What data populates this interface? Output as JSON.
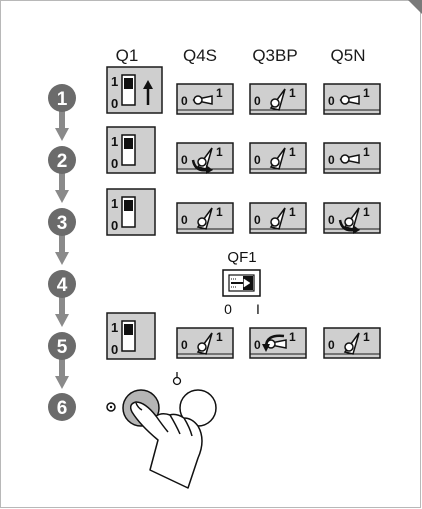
{
  "headers": [
    "Q1",
    "Q4S",
    "Q3BP",
    "Q5N"
  ],
  "steps": [
    "1",
    "2",
    "3",
    "4",
    "5",
    "6"
  ],
  "switch_labels": {
    "on": "1",
    "off": "0"
  },
  "breaker": {
    "name": "QF1",
    "label_off": "0",
    "label_on": "I"
  },
  "colors": {
    "badge": "#6b6b6b",
    "panel": "#cfcfcf",
    "arrow": "#8a8a8a"
  },
  "rows": [
    {
      "step": "1",
      "q1": "toggle-up-arrow",
      "q4s": "horizontal-off",
      "q3bp": "diagonal-on",
      "q5n": "horizontal-off"
    },
    {
      "step": "2",
      "q1": "toggle",
      "q4s": "rotate-to-on",
      "q3bp": "diagonal-on",
      "q5n": "horizontal-off"
    },
    {
      "step": "3",
      "q1": "toggle",
      "q4s": "diagonal-on",
      "q3bp": "diagonal-on",
      "q5n": "rotate-to-on"
    },
    {
      "step": "4",
      "breaker": "QF1"
    },
    {
      "step": "5",
      "q1": "toggle",
      "q4s": "diagonal-on",
      "q3bp": "rotate-to-off",
      "q5n": "diagonal-on"
    },
    {
      "step": "6",
      "action": "press-on-button"
    }
  ]
}
